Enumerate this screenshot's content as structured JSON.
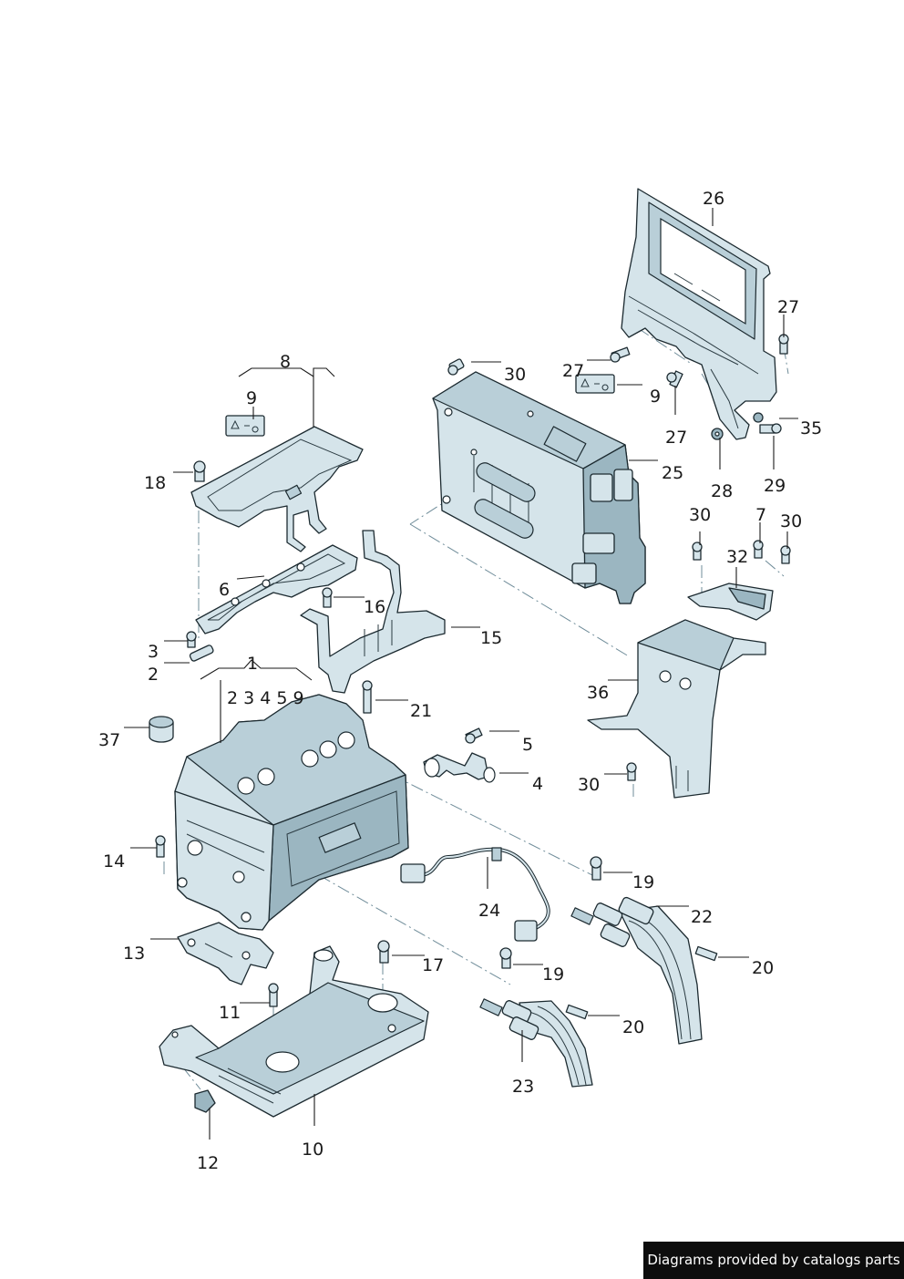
{
  "callouts": {
    "c26": "26",
    "c27a": "27",
    "c27b": "27",
    "c27c": "27",
    "c30a": "30",
    "c9a": "9",
    "c8": "8",
    "c9b": "9",
    "c35": "35",
    "c25": "25",
    "c28": "28",
    "c29": "29",
    "c18": "18",
    "c30b": "30",
    "c7": "7",
    "c30c": "30",
    "c32": "32",
    "c6": "6",
    "c16": "16",
    "c15": "15",
    "c3": "3",
    "c2": "2",
    "c1": "1",
    "c36": "36",
    "c2345_9": "2 3 4 5 9",
    "c21": "21",
    "c37": "37",
    "c5": "5",
    "c4": "4",
    "c30d": "30",
    "c14": "14",
    "c19a": "19",
    "c24": "24",
    "c22": "22",
    "c13": "13",
    "c17": "17",
    "c19b": "19",
    "c20a": "20",
    "c11": "11",
    "c20b": "20",
    "c23": "23",
    "c10": "10",
    "c12": "12"
  },
  "footer": {
    "text": "Diagrams provided by catalogs parts"
  }
}
